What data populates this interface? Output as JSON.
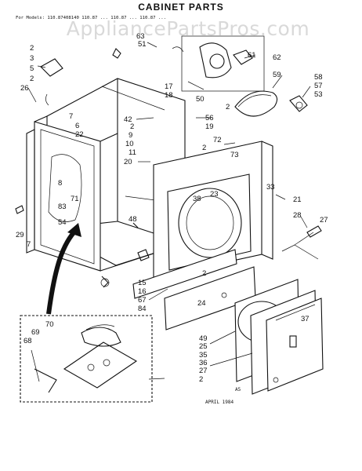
{
  "title": "CABINET PARTS",
  "models_line": "For Models: 110.87408140 110.87 ... 110.87 ... 110.87 ...",
  "watermark": "AppliancePartsPros.com",
  "footer": {
    "code": "A5",
    "date": "APRIL 1984"
  },
  "callouts": [
    "63",
    "51",
    "2",
    "3",
    "5",
    "2",
    "26",
    "61",
    "62",
    "59",
    "58",
    "57",
    "53",
    "17",
    "18",
    "50",
    "2",
    "42",
    "2",
    "56",
    "19",
    "9",
    "10",
    "11",
    "20",
    "7",
    "6",
    "22",
    "72",
    "73",
    "2",
    "8",
    "71",
    "83",
    "54",
    "29",
    "7",
    "48",
    "38",
    "23",
    "33",
    "21",
    "28",
    "27",
    "15",
    "16",
    "67",
    "84",
    "2",
    "24",
    "70",
    "69",
    "68",
    "49",
    "25",
    "35",
    "36",
    "27",
    "2",
    "37"
  ]
}
